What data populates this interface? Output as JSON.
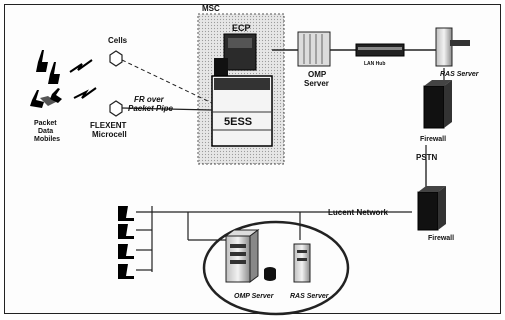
{
  "labels": {
    "msc": "MSC",
    "ecp": "ECP",
    "sess": "5ESS",
    "cells": "Cells",
    "fr_line1": "FR over",
    "fr_line2": "Packet Pipe",
    "flexent_line1": "FLEXENT",
    "flexent_line2": "Microcell",
    "mobiles_line1": "Packet",
    "mobiles_line2": "Data",
    "mobiles_line3": "Mobiles",
    "omp_line1": "OMP",
    "omp_line2": "Server",
    "lan_hub": "LAN Hub",
    "ras_server_top": "RAS Server",
    "firewall_top": "Firewall",
    "pstn": "PSTN",
    "lucent_network": "Lucent Network",
    "firewall_bottom": "Firewall",
    "omp_server_bottom": "OMP Server",
    "ras_server_bottom": "RAS Server"
  }
}
